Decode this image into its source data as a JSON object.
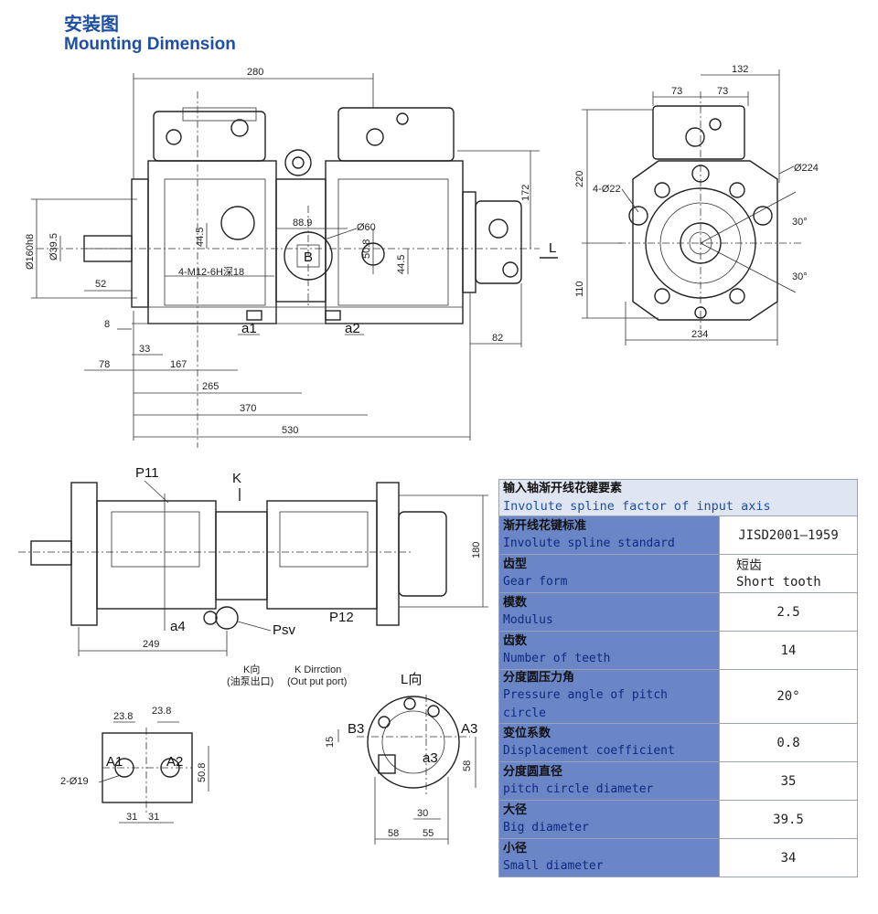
{
  "title": {
    "cn": "安装图",
    "en": "Mounting Dimension"
  },
  "front_view_dims": [
    "280",
    "172",
    "88.9",
    "Ø60",
    "44.5",
    "50.8",
    "44.5",
    "Ø160h8",
    "Ø39.5",
    "52",
    "4-M12-6H深18",
    "8",
    "33",
    "78",
    "167",
    "265",
    "370",
    "530",
    "82"
  ],
  "front_view_labels": {
    "a1": "a1",
    "a2": "a2",
    "B": "B",
    "L": "L"
  },
  "side_view_dims": [
    "132",
    "73",
    "73",
    "220",
    "110",
    "4-Ø22",
    "Ø224",
    "30°",
    "30°",
    "234"
  ],
  "top_view_labels": {
    "p11": "P11",
    "k": "K",
    "a4": "a4",
    "psv": "Psv",
    "p12": "P12",
    "dim_249": "249",
    "dim_180": "180"
  },
  "port_notes": {
    "k_cn": "K向",
    "k_cn_sub": "(油泵出口)",
    "k_en": "K Dirrction",
    "k_en_sub": "(Out put port)"
  },
  "k_view_dims": [
    "23.8",
    "23.8",
    "2-Ø19",
    "50.8",
    "31",
    "31"
  ],
  "k_view_labels": {
    "a1": "A1",
    "a2": "A2"
  },
  "l_view_title": "L向",
  "l_view_dims": [
    "15",
    "58",
    "30",
    "58",
    "55"
  ],
  "l_view_labels": {
    "b3": "B3",
    "a3": "A3",
    "a3b": "a3"
  },
  "spline_table": {
    "header": {
      "cn": "输入轴渐开线花键要素",
      "en": "Involute spline factor of input axis"
    },
    "rows": [
      {
        "cn": "渐开线花键标准",
        "en": "Involute spline standard",
        "value": "JISD2001—1959",
        "value2": ""
      },
      {
        "cn": "齿型",
        "en": "Gear form",
        "value": "短齿",
        "value2": "Short tooth"
      },
      {
        "cn": "模数",
        "en": "Modulus",
        "value": "2.5",
        "value2": ""
      },
      {
        "cn": "齿数",
        "en": "Number of teeth",
        "value": "14",
        "value2": ""
      },
      {
        "cn": "分度圆压力角",
        "en": "Pressure angle of pitch circle",
        "value": "20°",
        "value2": ""
      },
      {
        "cn": "变位系数",
        "en": "Displacement coefficient",
        "value": "0.8",
        "value2": ""
      },
      {
        "cn": "分度圆直径",
        "en": "pitch circle diameter",
        "value": "35",
        "value2": ""
      },
      {
        "cn": "大径",
        "en": "Big diameter",
        "value": "39.5",
        "value2": ""
      },
      {
        "cn": "小径",
        "en": "Small diameter",
        "value": "34",
        "value2": ""
      }
    ]
  }
}
